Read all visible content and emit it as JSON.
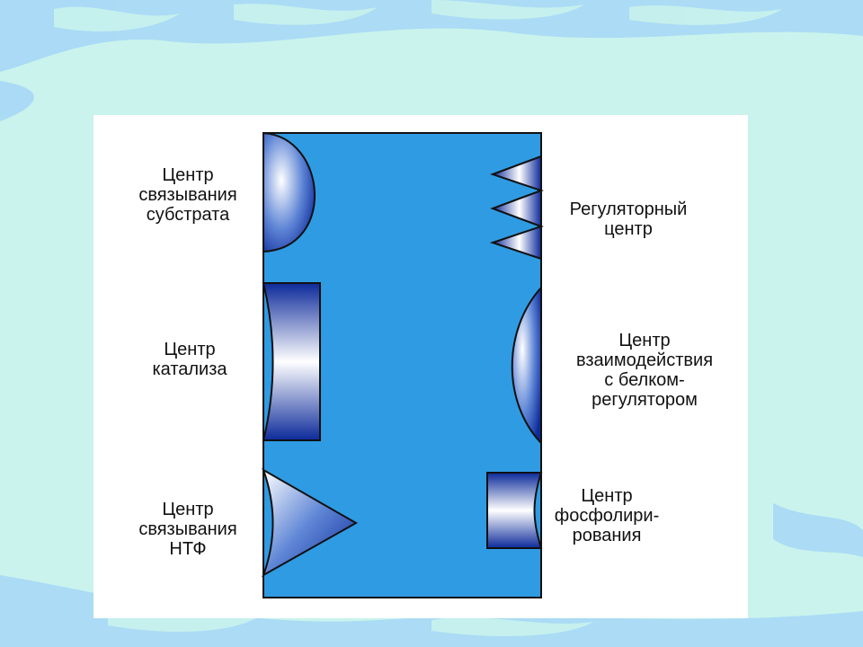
{
  "labels": {
    "substrate_binding": "Центр\nсвязывания\nсубстрата",
    "catalysis": "Центр\nкатализа",
    "ntp_binding": "Центр\nсвязывания\nНТФ",
    "regulatory": "Регуляторный\nцентр",
    "protein_interaction": "Центр\nвзаимодействия\nс белком-\nрегулятором",
    "phosphorylation": "Центр\nфосфолири-\nрования"
  },
  "colors": {
    "enzyme_body": "#2f9be3",
    "site_dark": "#0c2a9a",
    "site_light": "#ffffff",
    "background": "#c9f3ec",
    "background_stripes": "#9fd3f7",
    "panel": "#ffffff"
  }
}
